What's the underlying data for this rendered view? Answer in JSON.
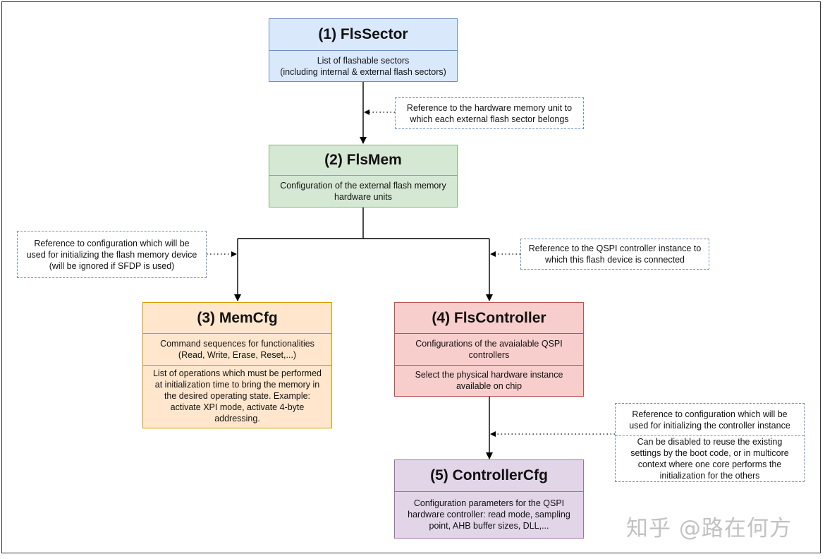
{
  "nodes": {
    "fls_sector": {
      "title": "(1) FlsSector",
      "line1": "List of flashable sectors",
      "line2": "(including internal & external flash sectors)"
    },
    "fls_mem": {
      "title": "(2) FlsMem",
      "line1": "Configuration of the external flash memory",
      "line2": "hardware units"
    },
    "mem_cfg": {
      "title": "(3) MemCfg",
      "sec1_line1": "Command sequences for functionalities",
      "sec1_line2": "(Read, Write, Erase, Reset,...)",
      "sec2_line1": "List of operations which must be performed",
      "sec2_line2": "at initialization time to bring the memory in",
      "sec2_line3": "the desired operating state. Example:",
      "sec2_line4": "activate XPI mode, activate 4-byte",
      "sec2_line5": "addressing."
    },
    "fls_controller": {
      "title": "(4) FlsController",
      "sec1_line1": "Configurations of the avaialable QSPI",
      "sec1_line2": "controllers",
      "sec2_line1": "Select the physical hardware instance",
      "sec2_line2": "available on chip"
    },
    "controller_cfg": {
      "title": "(5) ControllerCfg",
      "line1": "Configuration parameters for the QSPI",
      "line2": "hardware controller: read mode, sampling",
      "line3": "point, AHB buffer sizes, DLL,..."
    }
  },
  "notes": {
    "mem_unit_ref": {
      "line1": "Reference to the hardware memory unit to",
      "line2": "which each external flash sector belongs"
    },
    "mem_cfg_ref": {
      "line1": "Reference to configuration which will be",
      "line2": "used for initializing the flash memory device",
      "line3": "(will be ignored if SFDP is used)"
    },
    "qspi_ref": {
      "line1": "Reference to the QSPI controller instance to",
      "line2": "which this flash device is connected"
    },
    "ctrl_cfg_ref": {
      "part1_line1": "Reference to configuration which will be",
      "part1_line2": "used for initializing the controller instance",
      "part2_line1": "Can be disabled to reuse the existing",
      "part2_line2": "settings by the boot code, or in multicore",
      "part2_line3": "context where one core performs the",
      "part2_line4": "initialization for the others"
    }
  },
  "watermark": "知乎 @路在何方",
  "colors": {
    "blue_fill": "#dae8fc",
    "blue_stroke": "#6c8ebf",
    "green_fill": "#d5e8d4",
    "green_stroke": "#82b366",
    "orange_fill": "#ffe6cc",
    "orange_stroke": "#d79b00",
    "red_fill": "#f8cecc",
    "red_stroke": "#b85450",
    "purple_fill": "#e1d5e7",
    "purple_stroke": "#9673a6"
  }
}
